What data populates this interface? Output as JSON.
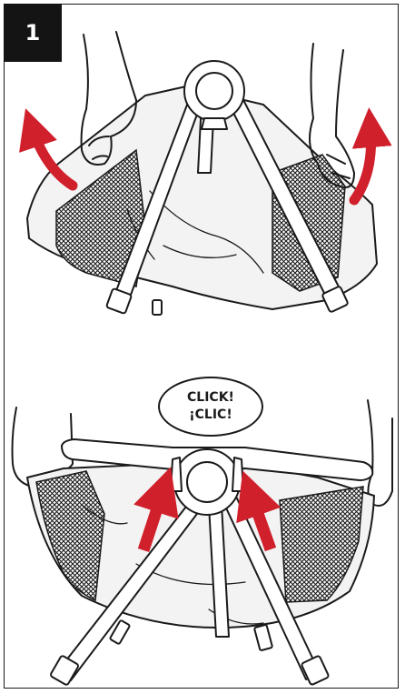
{
  "step": {
    "number": "1"
  },
  "callout": {
    "line1": "CLICK!",
    "line2": "¡CLIC!"
  },
  "colors": {
    "arrow": "#d0202c",
    "ink": "#1a1a1a",
    "frame_bg": "#ffffff",
    "badge_bg": "#141414"
  },
  "illustrations": {
    "top": {
      "icon": "playard-frame-lift-illustration"
    },
    "bottom": {
      "icon": "playard-rails-click-illustration"
    }
  }
}
